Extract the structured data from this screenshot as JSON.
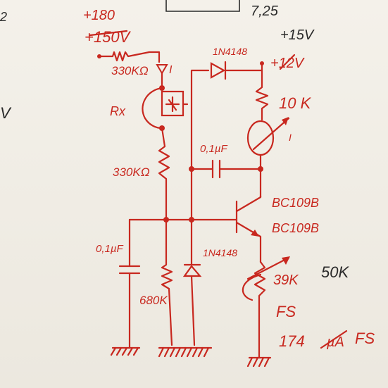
{
  "colors": {
    "ink_red": "#c8281f",
    "ink_dark": "#2a2a2a",
    "board": "#f1eee7"
  },
  "margin": {
    "left_top": "2",
    "left_mid": "V",
    "top_right": "7,25"
  },
  "supply_left": {
    "new": "+180",
    "old": "+150V"
  },
  "supply_right": {
    "new": "+15V",
    "old": "+12V"
  },
  "labels": {
    "r_top": "330KΩ",
    "current_marker": "I",
    "rx": "Rx",
    "r_mid": "330KΩ",
    "diode_top": "1N4148",
    "r_collector": "10 K",
    "meter_mark": "I",
    "cap_coupling": "0,1µF",
    "transistor_a": "BC109B",
    "transistor_b": "BC109B",
    "cap_base": "0,1µF",
    "r_base": "680K",
    "diode_base": "1N4148",
    "r_emitter": "39K",
    "r_emitter_alt": "50K",
    "fs": "FS",
    "fs_value": "174",
    "fs_value_crossed": "µA",
    "fs_suffix": "FS"
  }
}
